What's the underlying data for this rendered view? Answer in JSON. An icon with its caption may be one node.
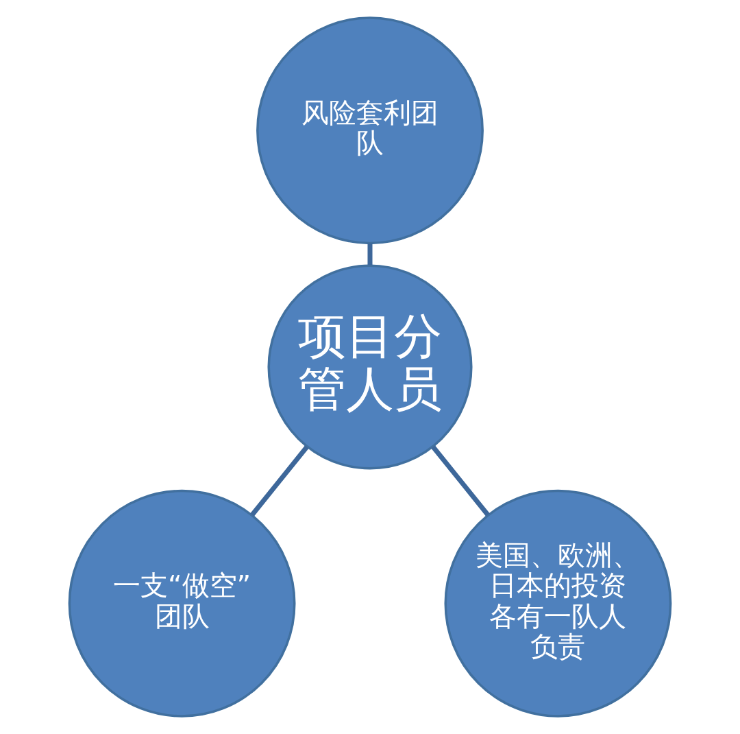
{
  "diagram": {
    "nodes": [
      {
        "text": [
          "项目分管人员"
        ]
      },
      {
        "text": [
          "风险套利团队"
        ]
      },
      {
        "text": [
          "一支“做空”团队"
        ]
      },
      {
        "text": [
          "美国、欧洲、日本的投资各有一队人负责"
        ]
      }
    ],
    "edges": [
      {
        "from": 1,
        "to": 0,
        "arrow": "none"
      },
      {
        "from": 0,
        "to": 2,
        "arrow": "none"
      },
      {
        "from": 0,
        "to": 3,
        "arrow": "none"
      }
    ]
  }
}
